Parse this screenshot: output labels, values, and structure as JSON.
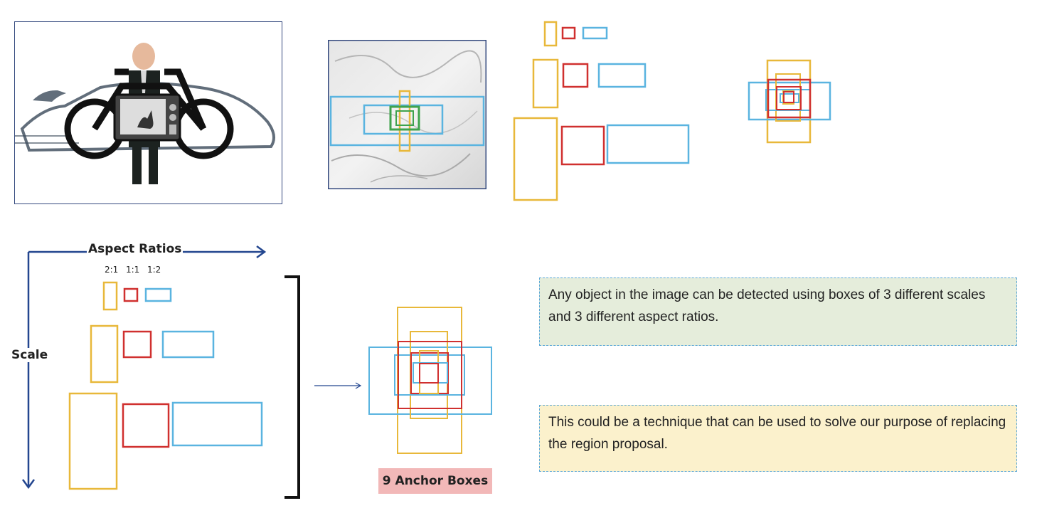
{
  "axis": {
    "horizontal_label": "Aspect Ratios",
    "vertical_label": "Scale",
    "ratio_labels": [
      "2:1",
      "1:1",
      "1:2"
    ]
  },
  "result_label": "9 Anchor Boxes",
  "notes": {
    "scales_text": "Any object in the image can be detected using boxes of 3 different scales and 3 different aspect ratios.",
    "purpose_text": "This could be a technique that can be used to solve our purpose of replacing the region proposal."
  },
  "colors": {
    "ratio_2_1": "#e8b83a",
    "ratio_1_1": "#d0302f",
    "ratio_1_2": "#5ab4e0",
    "center_box": "#3fa34d",
    "axis": "#23468f",
    "note_border": "#5aa7d8",
    "badge": "#f2b8b8"
  },
  "icons": [
    "person-holding-bicycle-and-tv-illustration",
    "marble-texture-image"
  ]
}
